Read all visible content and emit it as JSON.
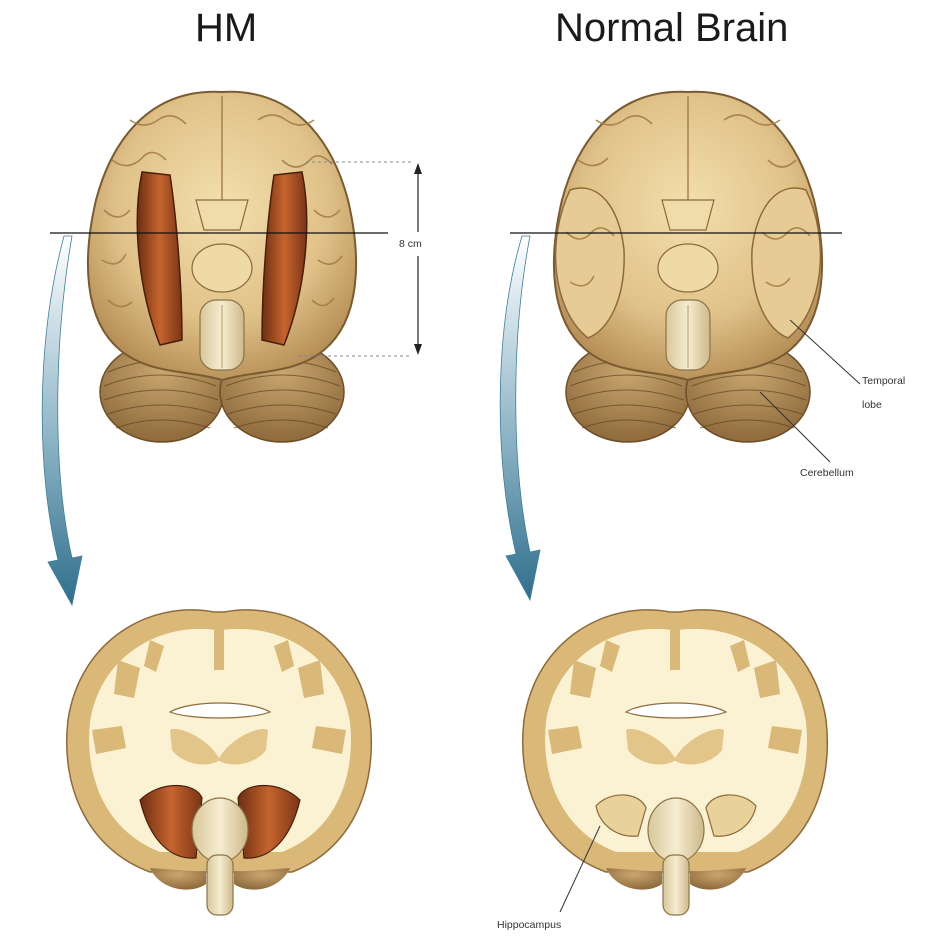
{
  "titles": {
    "left": "HM",
    "right": "Normal Brain"
  },
  "annotations": {
    "measurement": "8 cm",
    "temporal_line1": "Temporal",
    "temporal_line2": "lobe",
    "cerebellum": "Cerebellum",
    "hippocampus": "Hippocampus"
  },
  "colors": {
    "brain_tan": "#e3c98f",
    "brain_shadow": "#a87f45",
    "lesion": "#b85a2a",
    "white_matter": "#fbf1d3",
    "gray_matter": "#d9b878",
    "arrow": "#3f7f9a"
  }
}
